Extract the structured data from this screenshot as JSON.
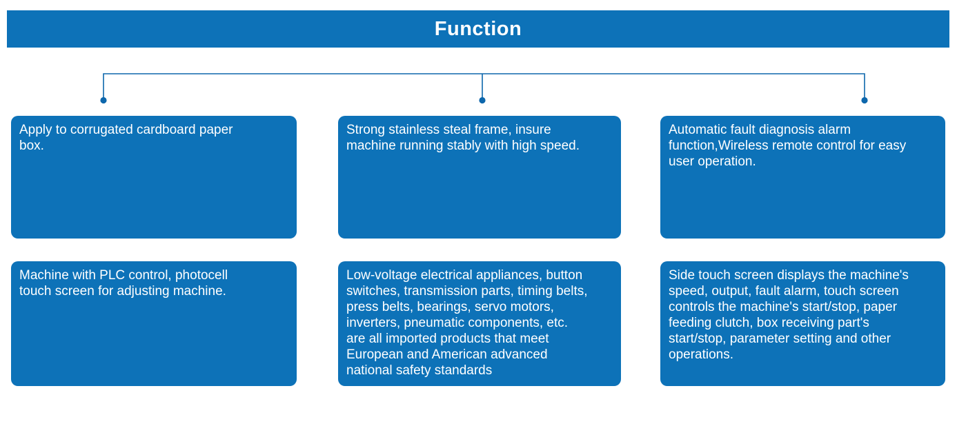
{
  "header": {
    "title": "Function"
  },
  "colors": {
    "primary": "#0D72B8",
    "connector": "#0D67AC",
    "text-on-primary": "#FFFFFF",
    "page-bg": "#FFFFFF"
  },
  "boxes": [
    {
      "name": "apply-to-cardboard",
      "text": "Apply to corrugated cardboard paper\nbox."
    },
    {
      "name": "stainless-frame",
      "text": "Strong stainless steal frame, insure\nmachine running stably with high speed."
    },
    {
      "name": "fault-diagnosis",
      "text": "Automatic fault diagnosis alarm\nfunction,Wireless remote control for easy\nuser operation."
    },
    {
      "name": "plc-control",
      "text": "Machine with PLC control, photocell\ntouch screen for adjusting machine."
    },
    {
      "name": "imported-components",
      "text": "Low-voltage electrical appliances, button\nswitches, transmission parts, timing belts,\npress belts, bearings, servo motors,\ninverters, pneumatic components, etc.\nare all imported products that meet\nEuropean and American advanced\nnational safety standards"
    },
    {
      "name": "side-touch-screen",
      "text": "Side touch screen displays the machine's\nspeed, output, fault alarm, touch screen\ncontrols the machine's start/stop, paper\nfeeding clutch, box receiving part's\nstart/stop, parameter setting and other\noperations."
    }
  ]
}
